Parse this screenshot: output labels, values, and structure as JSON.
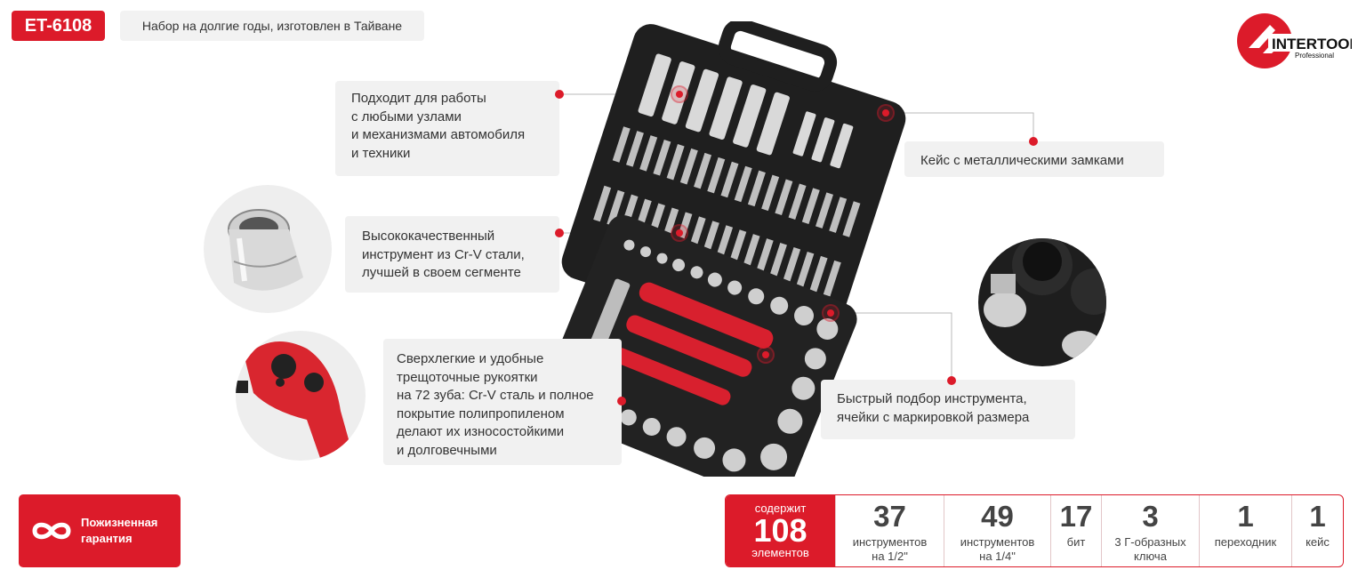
{
  "header": {
    "model": "ET-6108",
    "tagline": "Набор на долгие годы, изготовлен в Тайване"
  },
  "logo": {
    "brand": "INTERTOOL",
    "sub": "Professional"
  },
  "callouts": {
    "work": [
      "Подходит для работы",
      "с любыми узлами",
      "и механизмами автомобиля",
      "и техники"
    ],
    "case": [
      "Кейс с металлическими замками"
    ],
    "crv": [
      "Высококачественный",
      "инструмент из Cr-V стали,",
      "лучшей в своем сегменте"
    ],
    "ratchet": [
      "Сверхлегкие и удобные",
      "трещоточные рукоятки",
      "на 72 зуба: Cr-V сталь и полное",
      "покрытие полипропиленом",
      "делают их износостойкими",
      "и долговечными"
    ],
    "select": [
      "Быстрый подбор инструмента,",
      "ячейки с маркировкой размера"
    ]
  },
  "warranty": {
    "line1": "Пожизненная",
    "line2": "гарантия"
  },
  "stats": {
    "total": {
      "top": "содержит",
      "num": "108",
      "bottom": "элементов"
    },
    "items": [
      {
        "num": "37",
        "label": [
          "инструментов",
          "на 1/2\""
        ]
      },
      {
        "num": "49",
        "label": [
          "инструментов",
          "на 1/4\""
        ]
      },
      {
        "num": "17",
        "label": [
          "бит"
        ]
      },
      {
        "num": "3",
        "label": [
          "3 Г-образных",
          "ключа"
        ]
      },
      {
        "num": "1",
        "label": [
          "переходник"
        ]
      },
      {
        "num": "1",
        "label": [
          "кейс"
        ]
      }
    ]
  },
  "colors": {
    "accent": "#dc1b2a",
    "panel": "#f1f1f1",
    "case": "#1f1f1f"
  },
  "icons": [
    "infinity-icon",
    "intertool-logo-icon",
    "socket-photo",
    "ratchet-photo",
    "case-photo",
    "cell-closeup-photo"
  ]
}
